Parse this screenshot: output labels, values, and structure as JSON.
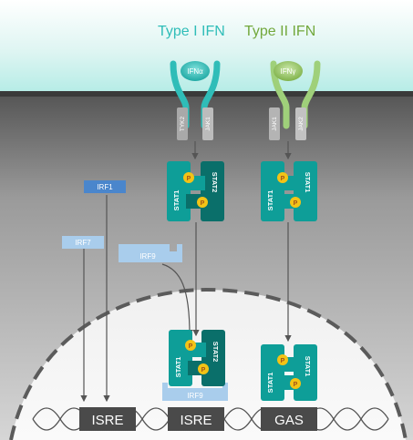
{
  "header": {
    "type1_title": "Type I IFN",
    "type2_title": "Type II IFN"
  },
  "receptors": {
    "type1": {
      "ligand": "IFNα",
      "kinase_left": "TYK2",
      "kinase_right": "JAK1"
    },
    "type2": {
      "ligand": "IFNγ",
      "kinase_left": "JAK1",
      "kinase_right": "JAK2"
    }
  },
  "complexes": {
    "cyto_type1": {
      "left": "STAT1",
      "right": "STAT2",
      "phospho": "P"
    },
    "cyto_type2": {
      "left": "STAT1",
      "right": "STAT1",
      "phospho": "P"
    },
    "nuc_type1": {
      "left": "STAT1",
      "right": "STAT2",
      "phospho": "P",
      "partner": "IRF9"
    },
    "nuc_type2": {
      "left": "STAT1",
      "right": "STAT1",
      "phospho": "P"
    }
  },
  "factors": {
    "irf1": "IRF1",
    "irf7": "IRF7",
    "irf9": "IRF9"
  },
  "promoters": {
    "isre_1": "ISRE",
    "isre_2": "ISRE",
    "gas": "GAS"
  },
  "colors": {
    "type1_accent": "#2fbdb8",
    "type2_accent": "#72a83c",
    "stat_teal": "#0e9e98",
    "stat_dark": "#0a6f6a",
    "phospho": "#f3c316",
    "irf1": "#4a86cc",
    "irf_light": "#a9cdec",
    "promoter_box": "#4a4a4a"
  }
}
